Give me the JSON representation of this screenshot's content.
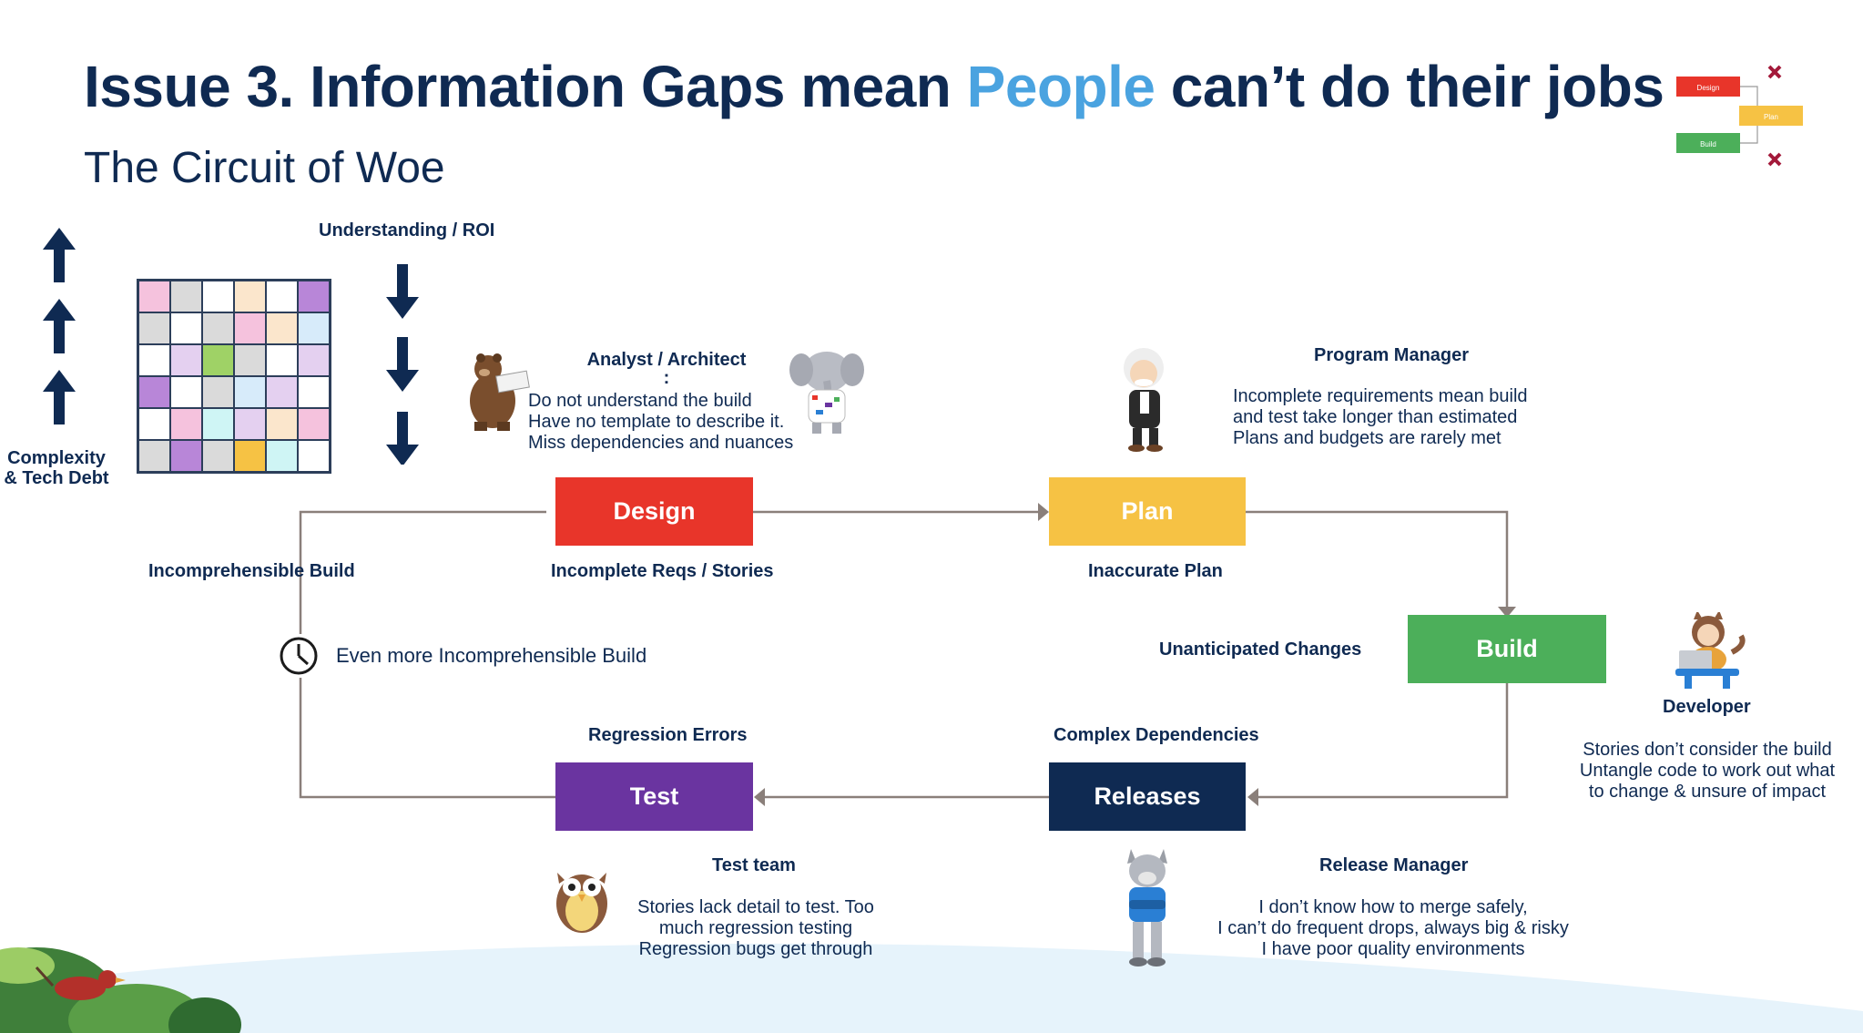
{
  "header": {
    "title_prefix": "Issue 3. Information Gaps mean ",
    "title_highlight": "People",
    "title_suffix": " can’t do their jobs",
    "subtitle": "The Circuit of Woe"
  },
  "legend": {
    "up_label": [
      "Complexity",
      "& Tech Debt"
    ],
    "down_label": "Understanding / ROI",
    "grid_colors": [
      [
        "#f5c2dd",
        "#dadada",
        "#ffffff",
        "#fbe6cc",
        "#ffffff",
        "#b886d8"
      ],
      [
        "#dadada",
        "#ffffff",
        "#dadada",
        "#f5c2dd",
        "#fbe6cc",
        "#d7ebfa"
      ],
      [
        "#ffffff",
        "#e4d0f0",
        "#9fd266",
        "#dadada",
        "#ffffff",
        "#e4d0f0"
      ],
      [
        "#b886d8",
        "#ffffff",
        "#dadada",
        "#d7ebfa",
        "#e4d0f0",
        "#ffffff"
      ],
      [
        "#ffffff",
        "#f5c2dd",
        "#cff5f5",
        "#e4d0f0",
        "#fbe6cc",
        "#f5c2dd"
      ],
      [
        "#dadada",
        "#b886d8",
        "#dadada",
        "#f6c244",
        "#cff5f5",
        "#ffffff"
      ]
    ]
  },
  "thumbnail": {
    "design": "Design",
    "plan": "Plan",
    "build": "Build"
  },
  "stages": {
    "design": {
      "label": "Design",
      "color": "#e8352a"
    },
    "plan": {
      "label": "Plan",
      "color": "#f6c244"
    },
    "build": {
      "label": "Build",
      "color": "#4caf5a"
    },
    "releases": {
      "label": "Releases",
      "color": "#0f2a52"
    },
    "test": {
      "label": "Test",
      "color": "#6a34a0"
    }
  },
  "issues": {
    "incomprehensible_build": "Incomprehensible Build",
    "incomplete_reqs": "Incomplete Reqs / Stories",
    "inaccurate_plan": "Inaccurate Plan",
    "unanticipated_changes": "Unanticipated Changes",
    "even_more": "Even more Incomprehensible Build",
    "regression_errors": "Regression Errors",
    "complex_dependencies": "Complex Dependencies"
  },
  "personas": {
    "analyst": {
      "role": "Analyst / Architect",
      "colon": ":",
      "lines": [
        "Do not understand the build",
        "Have no template to describe it.",
        "Miss dependencies and nuances"
      ]
    },
    "program_manager": {
      "role": "Program Manager",
      "lines": [
        "Incomplete requirements mean build",
        "and test take longer than estimated",
        "Plans and budgets are rarely met"
      ]
    },
    "developer": {
      "role": "Developer",
      "lines": [
        "Stories don’t consider the build",
        "Untangle code to work out what",
        "to change & unsure of impact"
      ]
    },
    "test_team": {
      "role": "Test team",
      "lines": [
        "Stories lack detail to  test. Too",
        "much regression testing",
        "Regression bugs get through"
      ]
    },
    "release_manager": {
      "role": "Release Manager",
      "lines": [
        "I don’t know how to merge safely,",
        "I can’t do frequent drops, always big & risky",
        "I have poor quality environments"
      ]
    }
  }
}
